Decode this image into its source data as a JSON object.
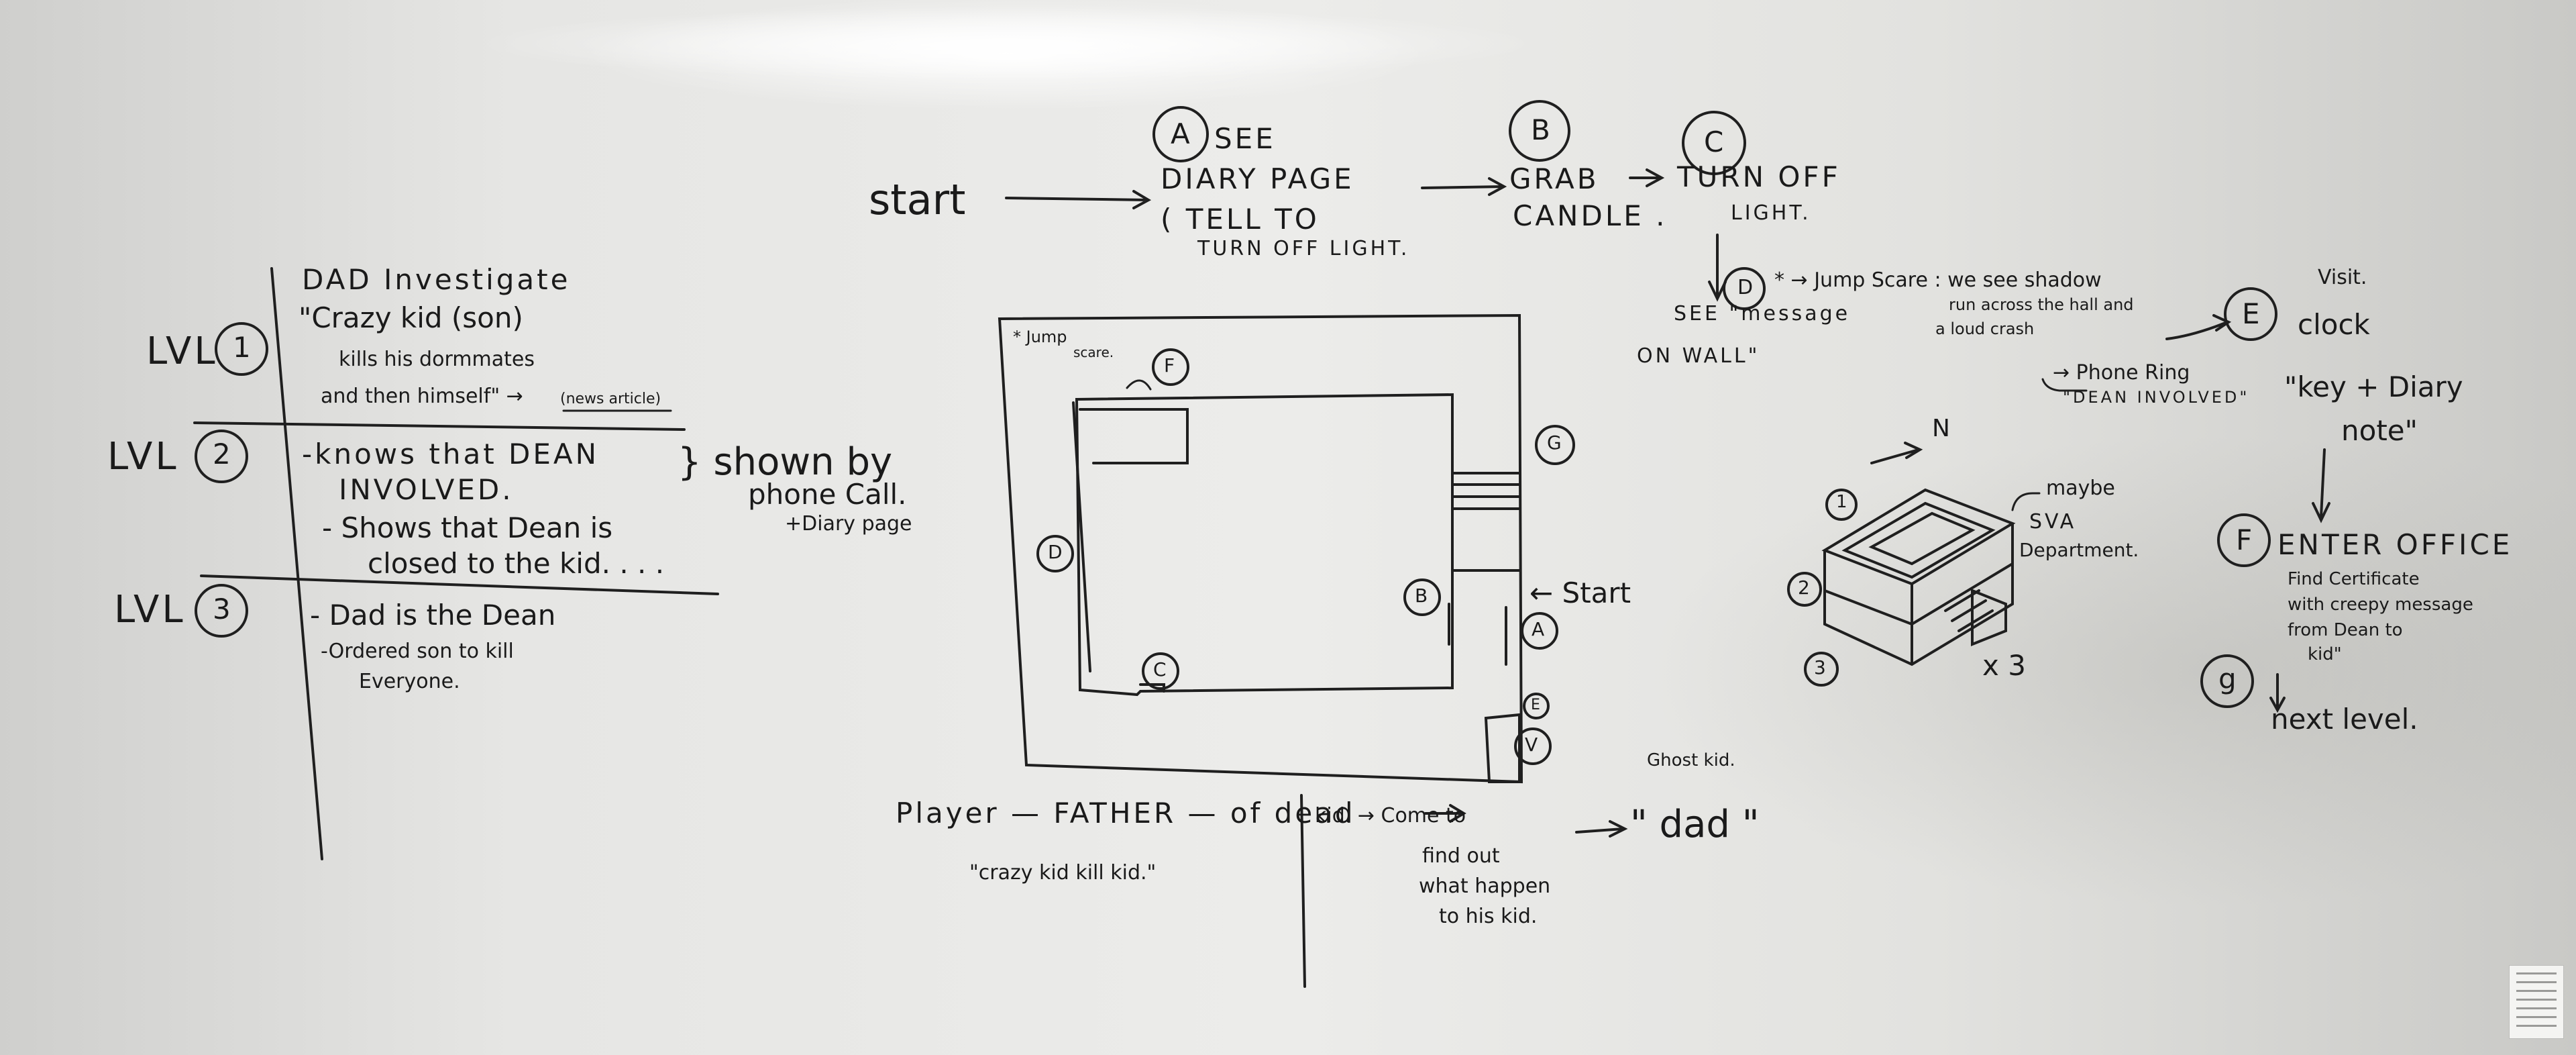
{
  "levels": {
    "lvl1_label": "LVL",
    "lvl1_num": "1",
    "lvl1_lines": [
      "DAD Investigate",
      "\"Crazy kid (son)",
      "kills his dormmates",
      "and then himself\" →",
      "(news article)"
    ],
    "lvl2_label": "LVL",
    "lvl2_num": "2",
    "lvl2_lines": [
      "-knows that DEAN",
      "INVOLVED.",
      "- Shows that Dean is",
      "closed to the kid. . . ."
    ],
    "lvl2_note": [
      "} shown by",
      "phone Call.",
      "+Diary page"
    ],
    "lvl3_label": "LVL",
    "lvl3_num": "3",
    "lvl3_lines": [
      "- Dad is the Dean",
      "-Ordered son to kill",
      "Everyone."
    ]
  },
  "flow": {
    "start": "start",
    "a_marker": "A",
    "a_text": [
      "SEE",
      "DIARY PAGE",
      "( TELL TO",
      "TURN OFF LIGHT."
    ],
    "b_marker": "B",
    "b_text": [
      "GRAB",
      "CANDLE ."
    ],
    "c_marker": "C",
    "c_text": [
      "TURN OFF",
      "LIGHT."
    ],
    "d_marker": "D",
    "d_text": [
      "SEE \"message",
      "ON WALL\""
    ],
    "jump_scare": "* → Jump Scare : we see shadow",
    "jump_scare_2": [
      "run across the hall and",
      "a loud crash"
    ],
    "phone_ring": [
      "→ Phone Ring",
      "\"DEAN INVOLVED\""
    ],
    "e_marker": "E",
    "e_text": [
      "Visit.",
      "clock"
    ],
    "e_note": [
      "\"key + Diary",
      "note\""
    ],
    "f_marker": "F",
    "f_text": "ENTER OFFICE",
    "f_note": [
      "Find Certificate",
      "with creepy message",
      "from Dean to",
      "kid\""
    ],
    "g_marker": "g",
    "g_text": "next level."
  },
  "map": {
    "jump_note": [
      "* Jump",
      "scare."
    ],
    "start_label": "← Start",
    "markers": [
      "F",
      "G",
      "D",
      "B",
      "A",
      "C",
      "E",
      "V"
    ],
    "north": "→ N",
    "building_note": [
      "maybe",
      "SVA",
      "Department."
    ],
    "floors": [
      "1",
      "2",
      "3"
    ],
    "times": "x 3"
  },
  "bottom": {
    "player": "Player — FATHER — of dead",
    "player_2": "\"crazy kid kill kid.\"",
    "kid": "kid. → Come to",
    "kid_2": [
      "find out",
      "what happen",
      "to his kid."
    ],
    "ghost": "Ghost kid.",
    "dad": "\" dad \""
  }
}
